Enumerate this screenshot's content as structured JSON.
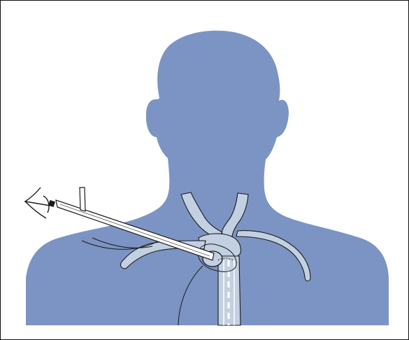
{
  "figure": {
    "colors": {
      "body_fill": "#7b94c3",
      "vessel_fill": "#c3d0e2",
      "outline": "#1b1b1b",
      "instrument_fill": "#ffffff",
      "border": "#111111"
    },
    "elements": [
      "head-and-shoulders-silhouette",
      "jugular-vein-branches",
      "brachiocephalic-vein",
      "superior-vena-cava",
      "catheter-sheath",
      "observer-eye-icon",
      "insertion-instrument",
      "side-port-tube"
    ]
  }
}
